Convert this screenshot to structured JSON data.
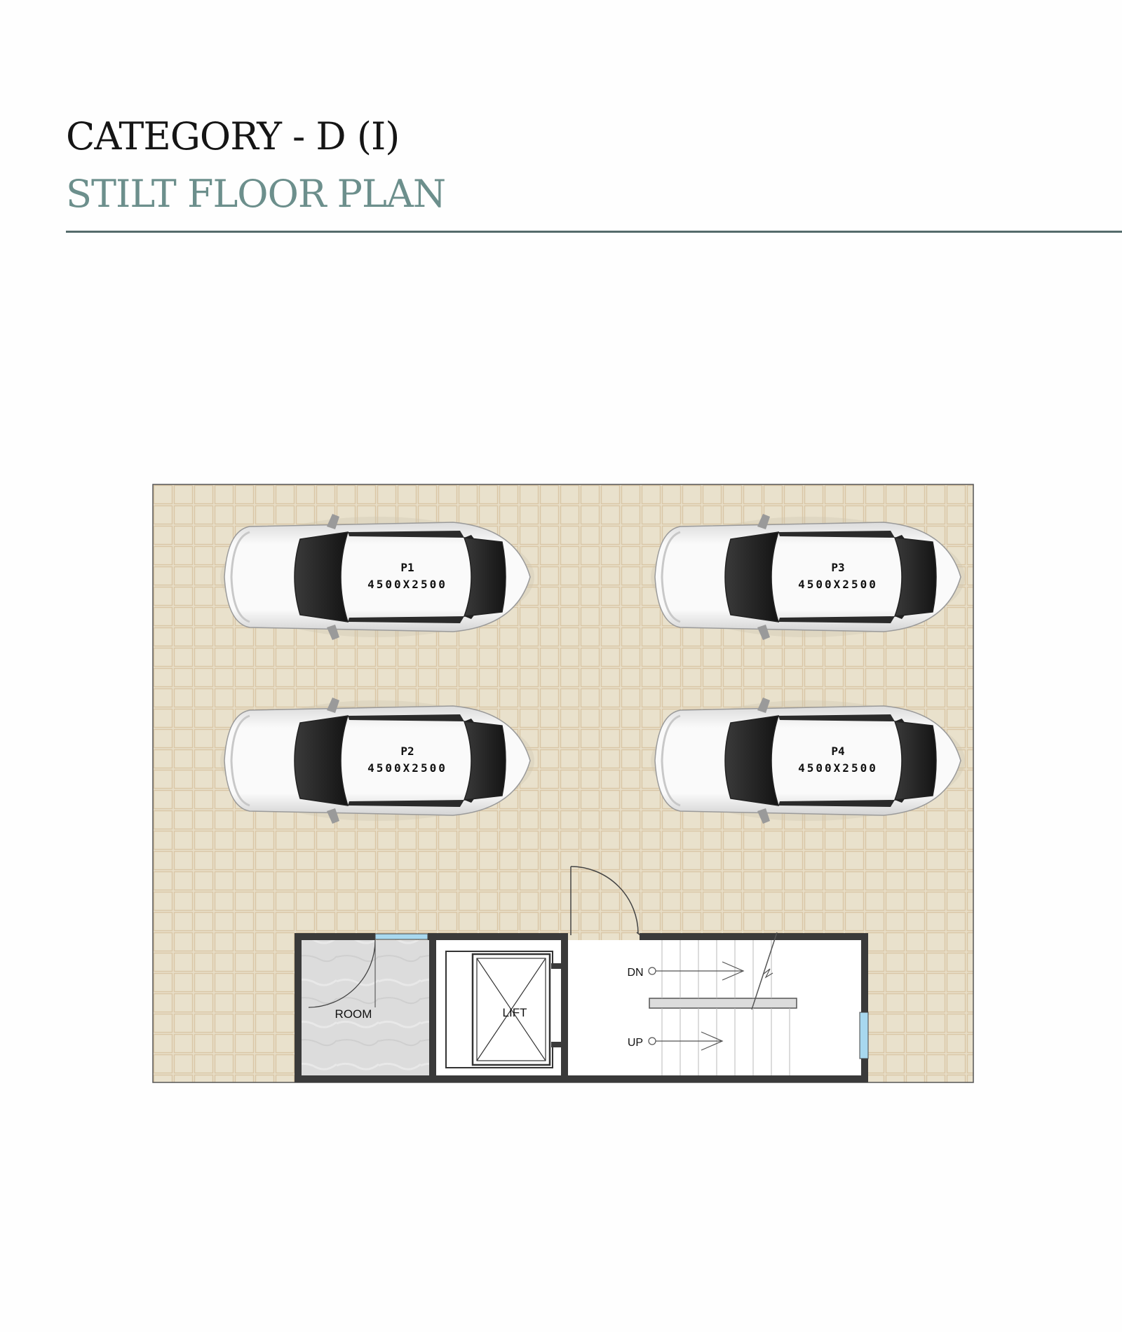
{
  "header": {
    "title": "CATEGORY - D (I)",
    "subtitle": "STILT FLOOR PLAN"
  },
  "parking": [
    {
      "id": "P1",
      "size": "4500X2500"
    },
    {
      "id": "P3",
      "size": "4500X2500"
    },
    {
      "id": "P2",
      "size": "4500X2500"
    },
    {
      "id": "P4",
      "size": "4500X2500"
    }
  ],
  "rooms": {
    "room": "ROOM",
    "lift": "LIFT",
    "stair_down": "DN",
    "stair_up": "UP"
  },
  "colors": {
    "title": "#151515",
    "subtitle": "#6c8f8c",
    "rule": "#556b6b",
    "floor_tile": "#e6dcc4",
    "wall": "#3a3a3a",
    "car_body": "#f4f4f4"
  }
}
